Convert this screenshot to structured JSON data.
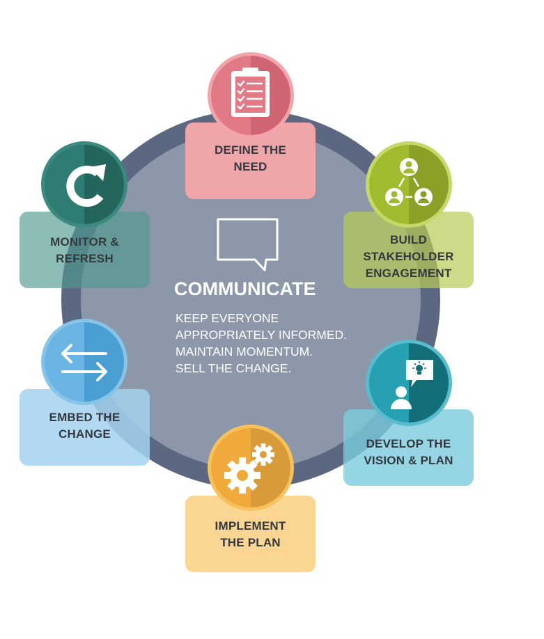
{
  "center": {
    "title": "COMMUNICATE",
    "lines": [
      "KEEP EVERYONE",
      "APPROPRIATELY INFORMED.",
      "MAINTAIN MOMENTUM.",
      "SELL THE CHANGE."
    ]
  },
  "steps": [
    {
      "id": "define-the-need",
      "label": "DEFINE THE\nNEED",
      "icon": "clipboard-checklist-icon",
      "color": "#e27a86"
    },
    {
      "id": "build-stakeholder-engagement",
      "label": "BUILD\nSTAKEHOLDER\nENGAGEMENT",
      "icon": "people-network-icon",
      "color": "#a1bb2e"
    },
    {
      "id": "develop-the-vision-and-plan",
      "label": "DEVELOP THE\nVISION & PLAN",
      "icon": "person-idea-icon",
      "color": "#27a1b2"
    },
    {
      "id": "implement-the-plan",
      "label": "IMPLEMENT\nTHE PLAN",
      "icon": "gears-icon",
      "color": "#f0a93b"
    },
    {
      "id": "embed-the-change",
      "label": "EMBED THE\nCHANGE",
      "icon": "swap-arrows-icon",
      "color": "#4aa6db"
    },
    {
      "id": "monitor-and-refresh",
      "label": "MONITOR &\nREFRESH",
      "icon": "refresh-icon",
      "color": "#2d7d72"
    }
  ],
  "colors": {
    "ring_outer": "#5c6882",
    "ring_inner": "#8c97aa"
  }
}
